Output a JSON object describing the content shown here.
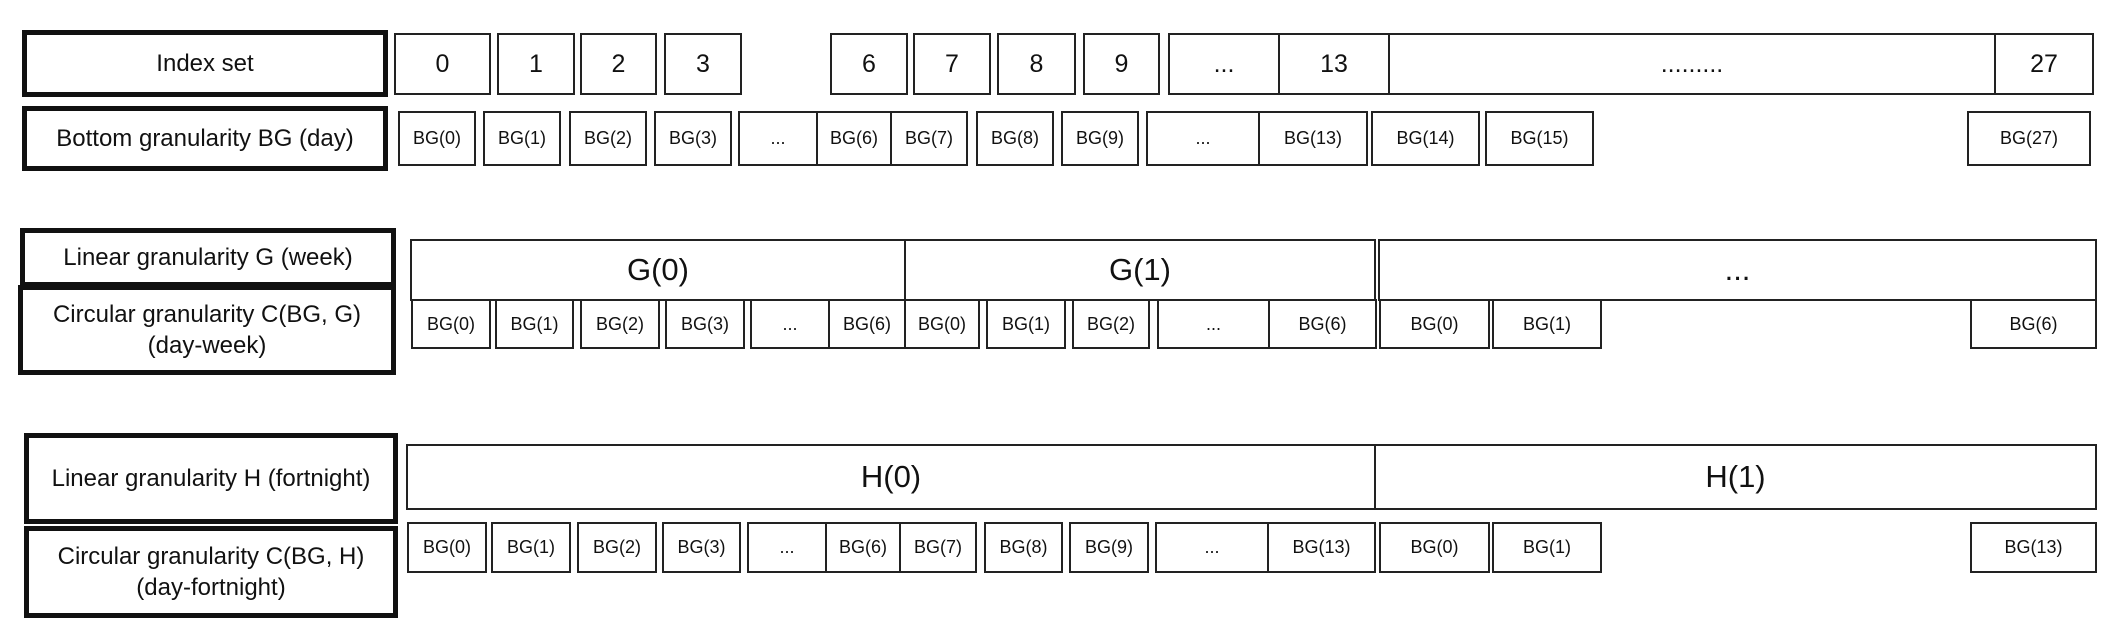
{
  "rows": {
    "index": {
      "label": "Index set",
      "cells": [
        "0",
        "1",
        "2",
        "3",
        "6",
        "7",
        "8",
        "9",
        "...",
        "13",
        ".........",
        "27"
      ]
    },
    "bottom": {
      "label": "Bottom granularity BG (day)",
      "cells": [
        "BG(0)",
        "BG(1)",
        "BG(2)",
        "BG(3)",
        "...",
        "BG(6)",
        "BG(7)",
        "BG(8)",
        "BG(9)",
        "...",
        "BG(13)",
        "BG(14)",
        "BG(15)",
        "BG(27)"
      ]
    },
    "linear_g": {
      "label": "Linear granularity G (week)",
      "cells": [
        "G(0)",
        "G(1)",
        "..."
      ]
    },
    "circular_g": {
      "label_line1": "Circular granularity C(BG, G)",
      "label_line2": "(day-week)",
      "cells": [
        "BG(0)",
        "BG(1)",
        "BG(2)",
        "BG(3)",
        "...",
        "BG(6)",
        "BG(0)",
        "BG(1)",
        "BG(2)",
        "...",
        "BG(6)",
        "BG(0)",
        "BG(1)",
        "BG(6)"
      ]
    },
    "linear_h": {
      "label": "Linear granularity H (fortnight)",
      "cells": [
        "H(0)",
        "H(1)"
      ]
    },
    "circular_h": {
      "label_line1": "Circular granularity C(BG, H)",
      "label_line2": "(day-fortnight)",
      "cells": [
        "BG(0)",
        "BG(1)",
        "BG(2)",
        "BG(3)",
        "...",
        "BG(6)",
        "BG(7)",
        "BG(8)",
        "BG(9)",
        "...",
        "BG(13)",
        "BG(0)",
        "BG(1)",
        "BG(13)"
      ]
    }
  }
}
